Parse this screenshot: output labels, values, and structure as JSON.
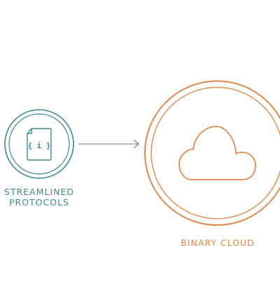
{
  "nodes": {
    "protocols": {
      "label_line1": "STREAMLINED",
      "label_line2": "PROTOCOLS",
      "glyph": "{ i }",
      "icon": "document-code-icon",
      "color": "#3d8b8d"
    },
    "cloud": {
      "label": "BINARY CLOUD",
      "icon": "cloud-icon",
      "color": "#e08a4e"
    }
  },
  "edges": [
    {
      "from": "protocols",
      "to": "cloud",
      "style": "arrow",
      "color": "#707070"
    }
  ]
}
